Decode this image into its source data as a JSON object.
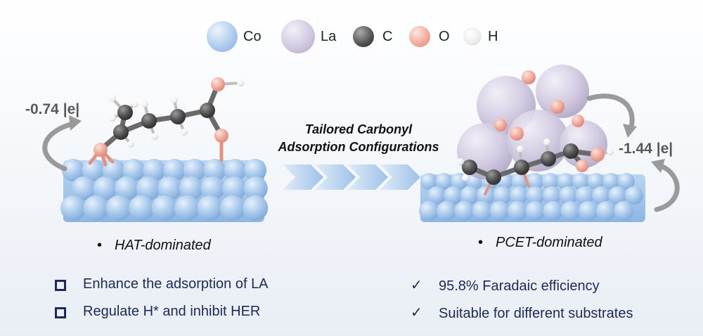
{
  "legend": [
    {
      "symbol": "Co",
      "color": "#a9c9ec"
    },
    {
      "symbol": "La",
      "color": "#cfc6de"
    },
    {
      "symbol": "C",
      "color": "#555555"
    },
    {
      "symbol": "O",
      "color": "#f0a898"
    },
    {
      "symbol": "H",
      "color": "#f2f2f2"
    }
  ],
  "center": {
    "line1": "Tailored Carbonyl",
    "line2": "Adsorption Configurations"
  },
  "left": {
    "charge": "-0.74 |e|",
    "mechanism": "HAT-dominated",
    "features": [
      "Enhance the adsorption of LA",
      "Regulate H* and inhibit HER"
    ]
  },
  "right": {
    "charge": "-1.44 |e|",
    "mechanism": "PCET-dominated",
    "features": [
      "95.8% Faradaic efficiency",
      "Suitable for different substrates"
    ]
  },
  "symbols": {
    "bullet": "•",
    "check": "✓"
  }
}
